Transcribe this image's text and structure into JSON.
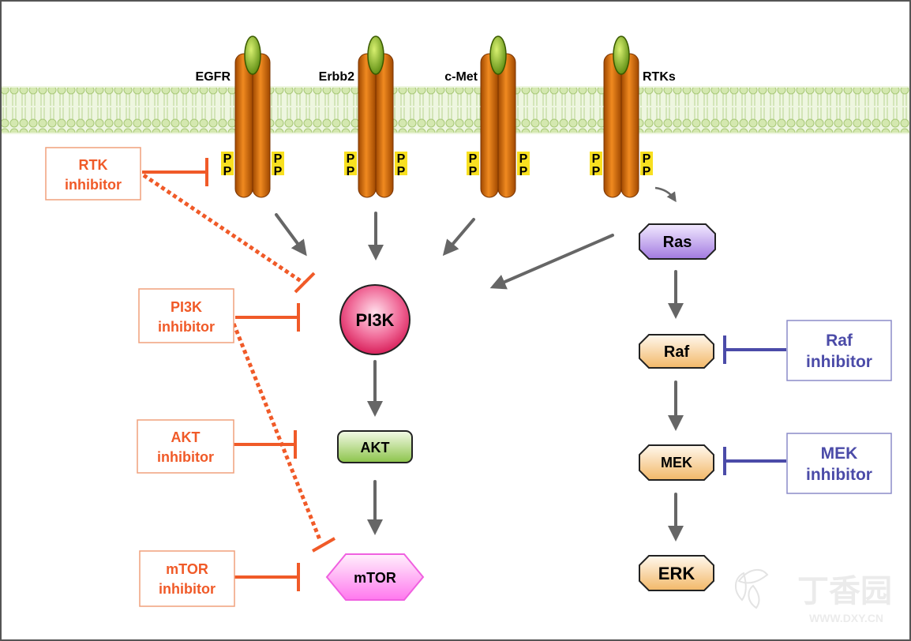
{
  "receptors": [
    {
      "label": "EGFR",
      "phospho": "P"
    },
    {
      "label": "Erbb2",
      "phospho": "P"
    },
    {
      "label": "c-Met",
      "phospho": "P"
    },
    {
      "label": "RTKs",
      "phospho": "P"
    }
  ],
  "nodes": {
    "pi3k": "PI3K",
    "akt": "AKT",
    "mtor": "mTOR",
    "ras": "Ras",
    "raf": "Raf",
    "mek": "MEK",
    "erk": "ERK"
  },
  "inhibitors": {
    "rtk": {
      "line1": "RTK",
      "line2": "inhibitor"
    },
    "pi3k": {
      "line1": "PI3K",
      "line2": "inhibitor"
    },
    "akt": {
      "line1": "AKT",
      "line2": "inhibitor"
    },
    "mtor": {
      "line1": "mTOR",
      "line2": "inhibitor"
    },
    "raf": {
      "line1": "Raf",
      "line2": "inhibitor"
    },
    "mek": {
      "line1": "MEK",
      "line2": "inhibitor"
    }
  },
  "watermark": {
    "brand": "丁香园",
    "url": "WWW.DXY.CN"
  },
  "colors": {
    "receptor": "#e07a10",
    "receptor_dark": "#8a3a00",
    "ligand": "#8ab820",
    "membrane": "#c9e0a4",
    "pathway_arrow": "#666666",
    "inhibitor_left": "#f05a28",
    "inhibitor_right": "#4b4ba8",
    "pi3k_fill": "#e8356f",
    "akt_fill": "#a8d46a",
    "mtor_fill": "#ff8cf0",
    "ras_fill": "#b58ce8",
    "mapk_fill": "#f5c77c"
  }
}
